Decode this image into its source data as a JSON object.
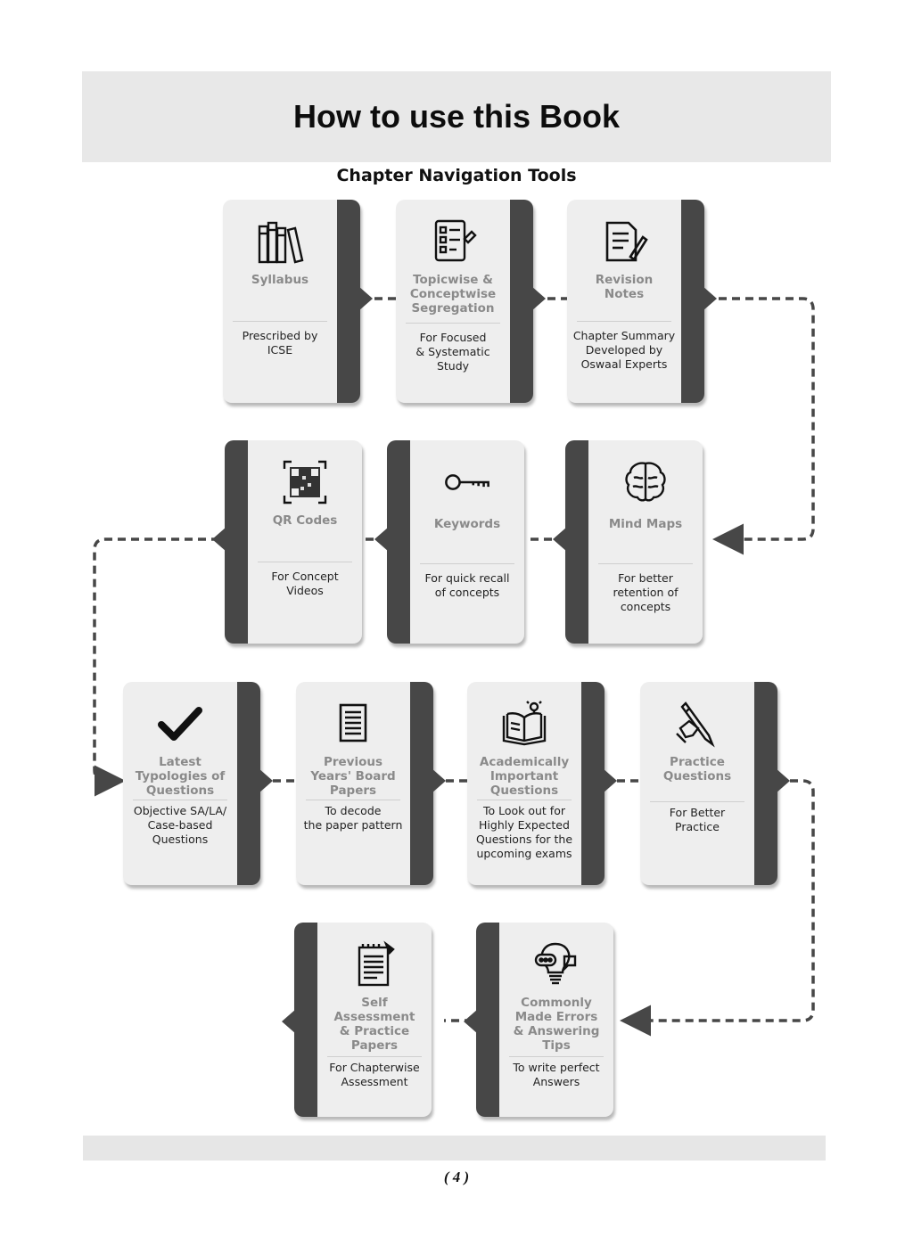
{
  "page": {
    "title": "How to use this Book",
    "subtitle": "Chapter Navigation Tools",
    "page_number": "( 4 )"
  },
  "cards": [
    {
      "title": "Syllabus",
      "desc": "Prescribed by\nICSE",
      "icon": "books-icon"
    },
    {
      "title": "Topicwise &\nConceptwise\nSegregation",
      "desc": "For Focused\n& Systematic\nStudy",
      "icon": "checklist-icon"
    },
    {
      "title": "Revision\nNotes",
      "desc": "Chapter Summary\nDeveloped by\nOswaal Experts",
      "icon": "notes-pen-icon"
    },
    {
      "title": "QR Codes",
      "desc": "For Concept\nVideos",
      "icon": "qr-code-icon"
    },
    {
      "title": "Keywords",
      "desc": "For quick recall\nof concepts",
      "icon": "key-icon"
    },
    {
      "title": "Mind Maps",
      "desc": "For better\nretention of\nconcepts",
      "icon": "brain-icon"
    },
    {
      "title": "Latest\nTypologies of\nQuestions",
      "desc": "Objective SA/LA/\nCase-based\nQuestions",
      "icon": "checkmark-icon"
    },
    {
      "title": "Previous\nYears' Board\nPapers",
      "desc": "To decode\nthe paper pattern",
      "icon": "document-icon"
    },
    {
      "title": "Academically\nImportant\nQuestions",
      "desc": "To Look out for\nHighly Expected\nQuestions for the\nupcoming exams",
      "icon": "open-book-bulb-icon"
    },
    {
      "title": "Practice\nQuestions",
      "desc": "For Better\nPractice",
      "icon": "hand-pencil-icon"
    },
    {
      "title": "Self\nAssessment\n& Practice\nPapers",
      "desc": "For Chapterwise\nAssessment",
      "icon": "notepad-icon"
    },
    {
      "title": "Commonly\nMade Errors\n& Answering\nTips",
      "desc": "To write perfect\nAnswers",
      "icon": "lightbulb-chat-icon"
    }
  ]
}
